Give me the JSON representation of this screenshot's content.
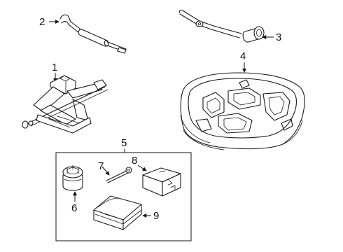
{
  "callouts": {
    "c1": "1",
    "c2": "2",
    "c3": "3",
    "c4": "4",
    "c5": "5",
    "c6": "6",
    "c7": "7",
    "c8": "8",
    "c9": "9"
  }
}
